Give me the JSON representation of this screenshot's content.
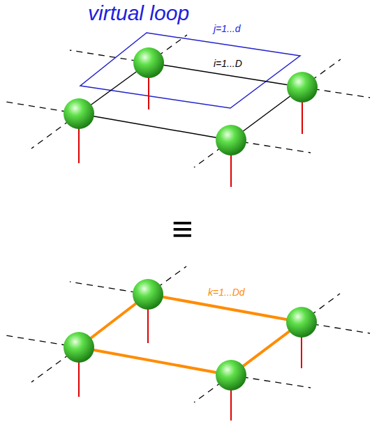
{
  "diagram": {
    "labels": [
      "virtual loop",
      "j=1...d",
      "i=1...D",
      "≡",
      "k=1...Dd"
    ]
  }
}
